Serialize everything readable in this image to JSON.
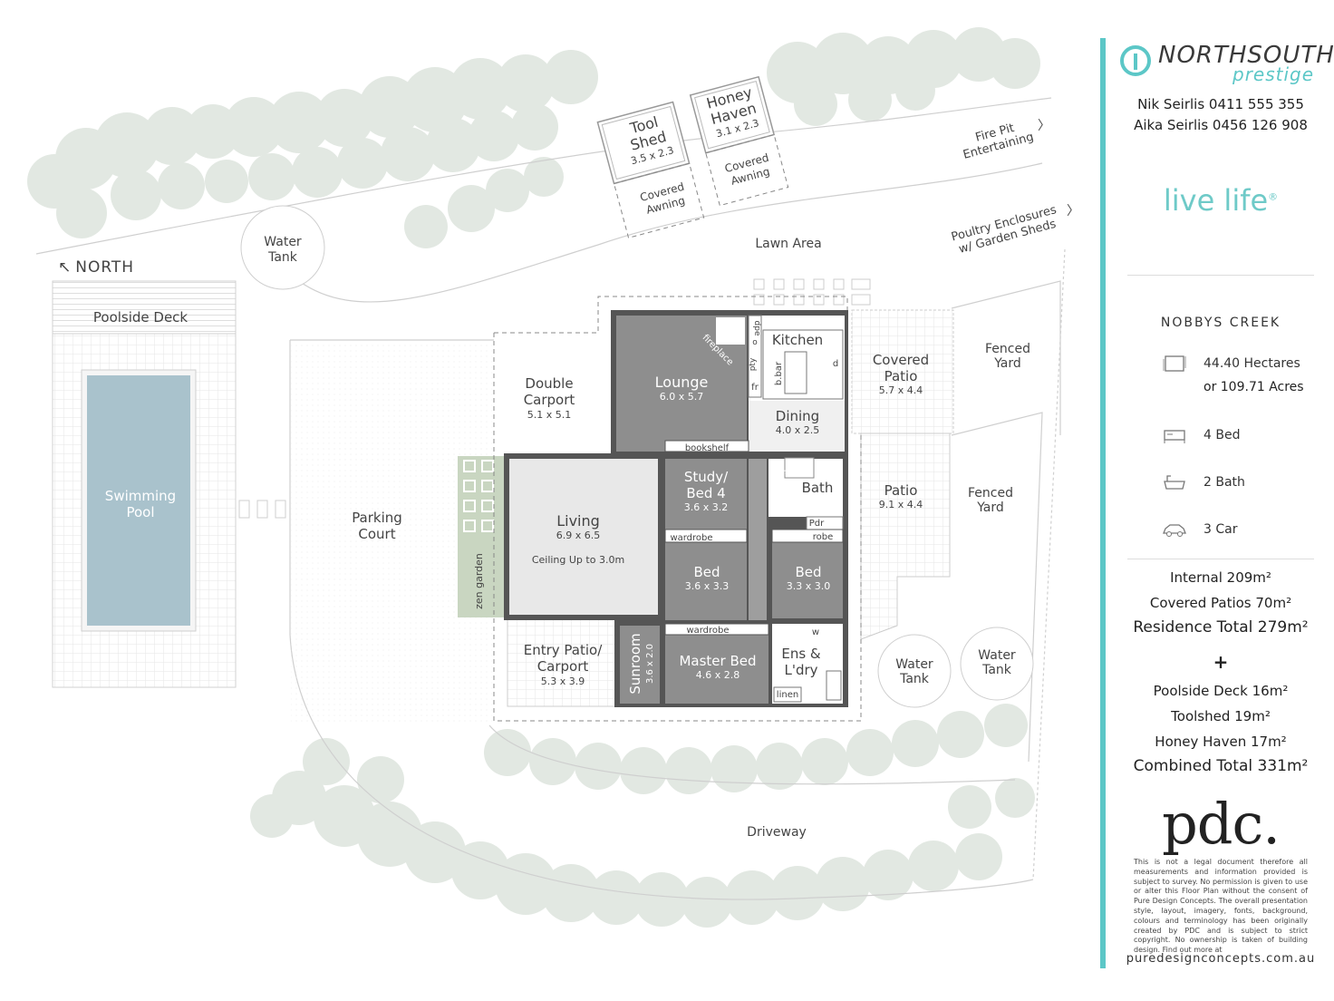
{
  "brand": {
    "logo_main": "NORTHSOUTH",
    "logo_sub": "prestige",
    "agents": [
      "Nik Seirlis 0411 555 355",
      "Aika Seirlis 0456 126 908"
    ],
    "tagline": "live life",
    "tagline_mark": "®",
    "accent_color": "#5cc7c7"
  },
  "property": {
    "location": "NOBBYS CREEK",
    "land_line1": "44.40 Hectares",
    "land_line2": "or 109.71 Acres",
    "bed": "4 Bed",
    "bath": "2 Bath",
    "car": "3 Car",
    "icons": [
      "land-icon",
      "bed-icon",
      "bath-icon",
      "car-icon"
    ]
  },
  "areas": {
    "internal": "Internal 209m²",
    "covered_patios": "Covered Patios 70m²",
    "residence_total": "Residence Total 279m²",
    "plus": "+",
    "poolside_deck": "Poolside Deck 16m²",
    "toolshed": "Toolshed 19m²",
    "honey_haven": "Honey Haven 17m²",
    "combined_total": "Combined Total 331m²"
  },
  "footer": {
    "company_logo": "pdc.",
    "disclaimer": "This is not a legal document therefore all measurements and information provided is subject to survey. No permission is given to use or alter this Floor Plan without the consent of Pure Design Concepts. The overall presentation style, layout, imagery, fonts, background, colours and terminology has been originally created by PDC and is subject to strict copyright. No ownership is taken of building design. Find out more at",
    "website": "puredesignconcepts.com.au"
  },
  "plan": {
    "north": "NORTH",
    "north_icon": "north-arrow-icon",
    "poolside_deck": "Poolside Deck",
    "pool": [
      "Swimming",
      "Pool"
    ],
    "water_tank": [
      "Water",
      "Tank"
    ],
    "tool_shed": [
      "Tool",
      "Shed",
      "3.5 x 2.3"
    ],
    "honey_haven": [
      "Honey",
      "Haven",
      "3.1 x 2.3"
    ],
    "covered_awning": [
      "Covered",
      "Awning"
    ],
    "fire_pit": [
      "Fire Pit",
      "Entertaining"
    ],
    "poultry": [
      "Poultry Enclosures",
      "w/ Garden Sheds"
    ],
    "lawn_area": "Lawn Area",
    "fenced_yard": [
      "Fenced",
      "Yard"
    ],
    "parking_court": [
      "Parking",
      "Court"
    ],
    "double_carport": [
      "Double",
      "Carport",
      "5.1 x 5.1"
    ],
    "zen_garden": "zen garden",
    "living": [
      "Living",
      "6.9 x 6.5",
      "Ceiling Up to 3.0m"
    ],
    "lounge": [
      "Lounge",
      "6.0 x 5.7"
    ],
    "fireplace": "fireplace",
    "kitchen": "Kitchen",
    "dining": [
      "Dining",
      "4.0 x 2.5"
    ],
    "pantry_labels": [
      "dpe",
      "o",
      "pty",
      "fr",
      "b.bar",
      "d"
    ],
    "bookshelf": "bookshelf",
    "covered_patio": [
      "Covered",
      "Patio",
      "5.7 x 4.4"
    ],
    "patio": [
      "Patio",
      "9.1 x 4.4"
    ],
    "study": [
      "Study/",
      "Bed 4",
      "3.6 x 3.2"
    ],
    "linen": "linen",
    "bath": "Bath",
    "pdr": "Pdr",
    "robe": "robe",
    "wardrobe": "wardrobe",
    "bed_a": [
      "Bed",
      "3.6 x 3.3"
    ],
    "bed_b": [
      "Bed",
      "3.3 x 3.0"
    ],
    "sunroom": [
      "Sunroom",
      "3.6 x 2.0"
    ],
    "master": [
      "Master Bed",
      "4.6 x 2.8"
    ],
    "ensuite": [
      "Ens &",
      "L'dry"
    ],
    "w": "w",
    "entry": [
      "Entry Patio/",
      "Carport",
      "5.3 x 3.9"
    ],
    "driveway": "Driveway"
  }
}
